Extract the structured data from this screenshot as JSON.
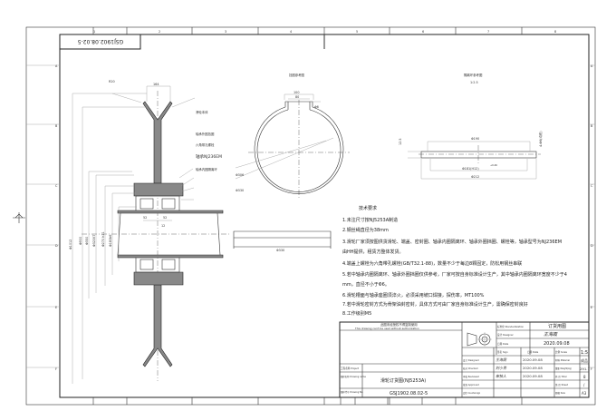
{
  "frame": {
    "columns": [
      "1",
      "2",
      "3",
      "4",
      "5",
      "6",
      "7",
      "8"
    ],
    "rows": [
      "A",
      "B",
      "C",
      "D",
      "E",
      "F"
    ],
    "stamp": "GSJ1902.08.02-5"
  },
  "main_view": {
    "labels": [
      "滑轮本体",
      "轴承外圈挡圈",
      "六角带孔螺栓",
      "轴承NJ236EM",
      "轴承内圈隔离环"
    ],
    "dims": {
      "r": "R20",
      "width": "164",
      "b1": "52",
      "b2": "52",
      "gap": "12",
      "d1": "Φ1012",
      "d2": "Φ900",
      "d3": "Φ350",
      "d4": "Φ320K7",
      "d5": "Φ270 h11",
      "d6": "Φ180h6"
    }
  },
  "retainer_view": {
    "title": "挡圈参考图",
    "dims": {
      "w1": "100",
      "w2": "80",
      "hole": "Φ6",
      "d_in": "Φ306",
      "d_out": "Φ330",
      "flat": "Φ330"
    }
  },
  "spacer_view": {
    "title": "隔离环参考图",
    "scale": "1:2.5",
    "dims": {
      "d1": "Φ190",
      "d2": "Φ181(H12)",
      "tol": "+0.46",
      "d3": "Φ212",
      "thk": "12.5",
      "holes": "4-Φ6(均布)"
    }
  },
  "requirements": {
    "title": "技术要求",
    "lines": [
      "1.未注尺寸按NJ5253A制造",
      "2.钢丝绳直径为38mm",
      "3.滑轮厂家须按图供货滑轮、端盖、密封圈、轴承内圈隔离环、轴承外圈挡圈、螺栓等，轴承型号为NJ236EM",
      "由HH提供，租赁方整体发货。",
      "4.端盖上螺栓为六角带孔螺栓(GB/T32.1-88)，数量不少于每边8颗固定，防松用钢丝串联",
      "5.若中轴承内圈隔离环、轴承外圈挡圈仅供参考，厂家可按自身标准设计生产，其中轴承内圈隔离环宽度不少于4",
      "mm，直径不小于Φ6。",
      "6.滑轮槽面与轴承座圈须淬火，必须采用坡口焊接，探伤率，MT100%",
      "7.若中滑轮密封方式为骨架油封密封，具体方式可由厂家自身标准设计生产，需确保密封良好",
      "8.工作级别M5"
    ]
  },
  "title_block": {
    "warning_cn": "此图未经授权不得复制使用",
    "warning_en": "This drawing can't be used without authorization",
    "project_label": "工程名称 Project",
    "drawing_name_label": "图样名称 Drawing name",
    "drawing_name": "滑轮订货图(NJ5253A)",
    "drawing_no_label": "图样代号 Drawing No.",
    "drawing_no": "GSJ1902.08.02-5",
    "standard_label": "标准化 Standardization",
    "standard_value": "订货用图",
    "designer_label": "设计 Designer",
    "date_label": "日期 Date",
    "top_date": "2020.09.08",
    "sign_header": "签名 Sign",
    "date_header": "日期 Date",
    "rows": [
      {
        "label": "设计 Designed",
        "sign": "王海霞",
        "date": "2020.09.08",
        "k": "材料 Material",
        "v": "成品"
      },
      {
        "label": "校对 Checked",
        "sign": "刘小青",
        "date": "2020.09.08",
        "k": "重量 Weight(kg)",
        "v": "291.1"
      },
      {
        "label": "审核 Reviewed",
        "sign": "审核人",
        "date": "2020.09.08",
        "k": "共 页 Total",
        "v": "8"
      },
      {
        "label": "批准 Approved",
        "sign": "",
        "date": "",
        "k": "第 页 Sheet",
        "v": "/"
      },
      {
        "label": "会签 Countersign",
        "sign": "",
        "date": "",
        "k": "图幅 Size",
        "v": "A3"
      }
    ],
    "scale_label": "比例 Scale",
    "scale": "1:5"
  }
}
